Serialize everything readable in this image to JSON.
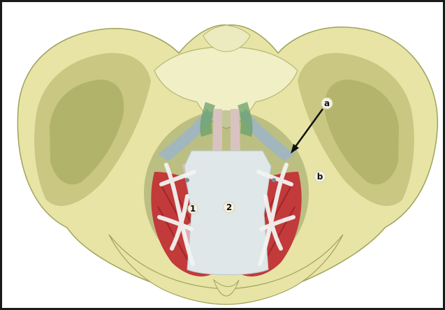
{
  "figure": {
    "labels": {
      "a": "a",
      "b": "b",
      "one": "1",
      "two": "2"
    },
    "colors": {
      "bone": "#e7e4a6",
      "bone_light": "#f1efc6",
      "bone_shadow": "#c3c27a",
      "bone_dark": "#9fa25a",
      "muscle": "#c23a3a",
      "muscle_dark": "#8e1f23",
      "mesh": "#dfe7e8",
      "mesh_pink": "#e6b9c2",
      "ligament": "#9fb5c3",
      "border": "#1a1a1a"
    }
  }
}
